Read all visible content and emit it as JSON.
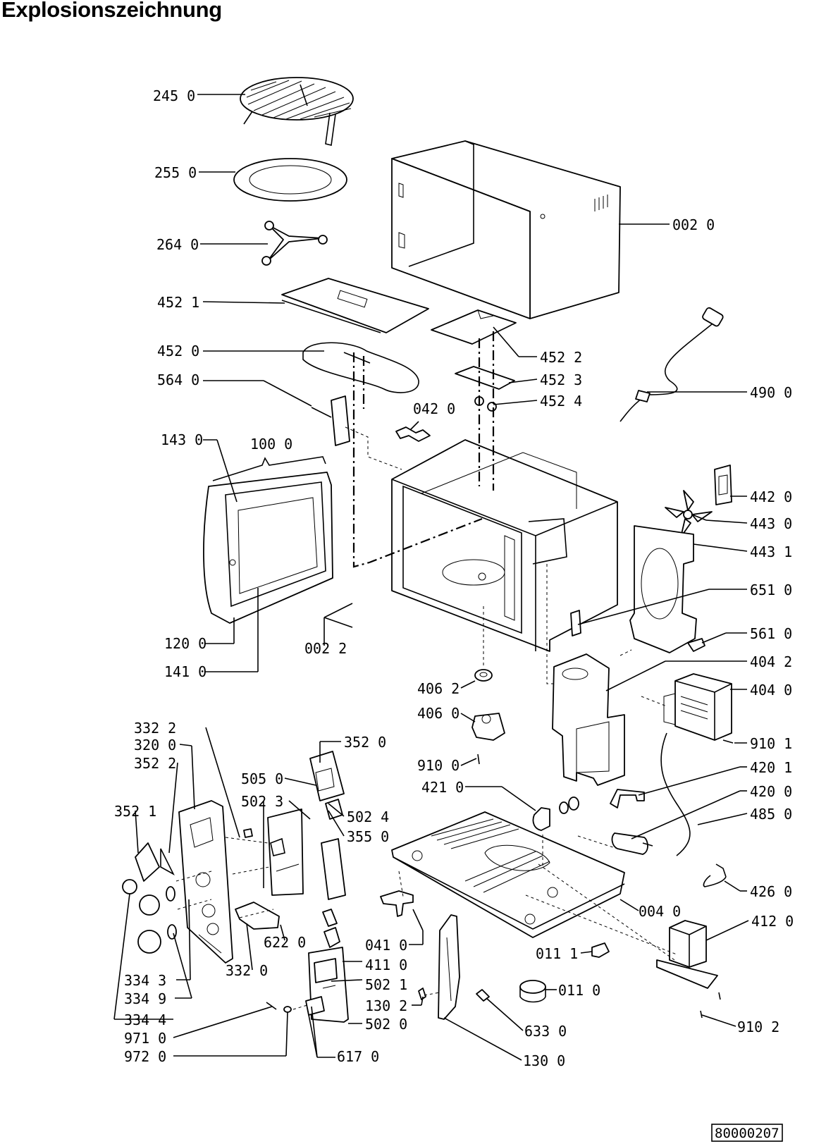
{
  "title": "Explosionszeichnung",
  "doc_number": "80000207",
  "labels": {
    "l245_0": "245 0",
    "l255_0": "255 0",
    "l264_0": "264 0",
    "l452_1": "452 1",
    "l452_0": "452 0",
    "l564_0": "564 0",
    "l143_0": "143 0",
    "l100_0": "100 0",
    "l120_0": "120 0",
    "l141_0": "141 0",
    "l002_0": "002 0",
    "l452_2": "452 2",
    "l452_3": "452 3",
    "l452_4": "452 4",
    "l042_0": "042 0",
    "l490_0": "490 0",
    "l442_0": "442 0",
    "l443_0": "443 0",
    "l443_1": "443 1",
    "l651_0": "651 0",
    "l561_0": "561 0",
    "l404_2": "404 2",
    "l404_0": "404 0",
    "l910_1": "910 1",
    "l420_1": "420 1",
    "l420_0": "420 0",
    "l485_0": "485 0",
    "l426_0": "426 0",
    "l004_0": "004 0",
    "l412_0": "412 0",
    "l910_2": "910 2",
    "l002_2": "002 2",
    "l406_2": "406 2",
    "l406_0": "406 0",
    "l910_0": "910 0",
    "l421_0": "421 0",
    "l332_2": "332 2",
    "l320_0": "320 0",
    "l352_2": "352 2",
    "l352_1": "352 1",
    "l352_0": "352 0",
    "l505_0": "505 0",
    "l502_3": "502 3",
    "l502_4": "502 4",
    "l355_0": "355 0",
    "l622_0": "622 0",
    "l332_0": "332 0",
    "l334_3": "334 3",
    "l334_9": "334 9",
    "l334_4": "334 4",
    "l971_0": "971 0",
    "l972_0": "972 0",
    "l617_0": "617 0",
    "l041_0": "041 0",
    "l411_0": "411 0",
    "l502_1": "502 1",
    "l130_2": "130 2",
    "l502_0": "502 0",
    "l011_1": "011 1",
    "l011_0": "011 0",
    "l633_0": "633 0",
    "l130_0": "130 0"
  }
}
